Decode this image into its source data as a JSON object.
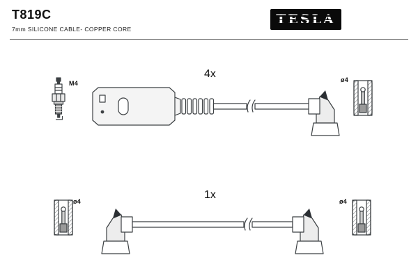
{
  "header": {
    "part_number": "T819C",
    "subtitle": "7mm SILICONE CABLE- COPPER CORE",
    "brand": "TESLA"
  },
  "diagram": {
    "row1": {
      "quantity": "4x",
      "spark_plug_thread": "M4",
      "terminal_diameter": "ø4",
      "components": [
        "spark-plug",
        "straight-connector-boot",
        "corrugated-sleeve",
        "cable-with-break",
        "right-angle-plug-boot",
        "terminal-sleeve"
      ]
    },
    "row2": {
      "quantity": "1x",
      "terminal_left_diameter": "ø4",
      "terminal_right_diameter": "ø4",
      "components": [
        "terminal-sleeve",
        "right-angle-plug-boot",
        "cable-with-break",
        "right-angle-plug-boot",
        "terminal-sleeve"
      ]
    }
  },
  "colors": {
    "diagram_line": "#3c4043",
    "logo_background": "#0a0a0a",
    "logo_text": "#ffffff"
  }
}
